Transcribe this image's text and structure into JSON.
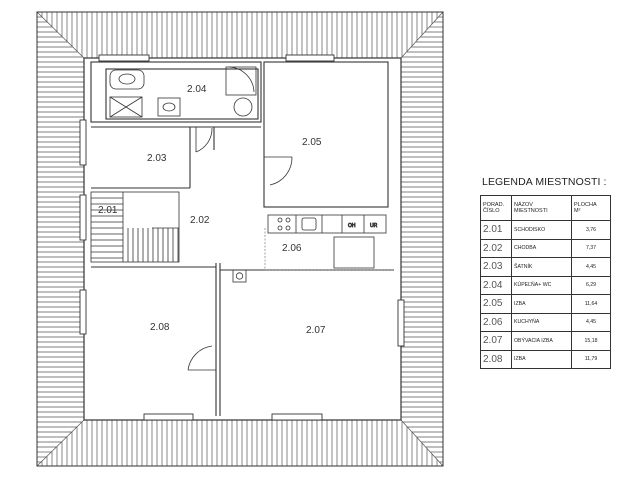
{
  "plan": {
    "rooms": [
      {
        "number": "2.01"
      },
      {
        "number": "2.02"
      },
      {
        "number": "2.03"
      },
      {
        "number": "2.04"
      },
      {
        "number": "2.05"
      },
      {
        "number": "2.06"
      },
      {
        "number": "2.07"
      },
      {
        "number": "2.08"
      }
    ],
    "fixtures": {
      "oh": "OH",
      "ur": "UR"
    }
  },
  "legend": {
    "title": "LEGENDA MIESTNOSTI :",
    "headers": {
      "number": [
        "PORAD.",
        "ČÍSLO"
      ],
      "name": [
        "NÁZOV",
        "MIESTNOSTI"
      ],
      "area": [
        "PLOCHA",
        "M²"
      ]
    },
    "rows": [
      {
        "number": "2.01",
        "name": "SCHODISKO",
        "area": "3,76"
      },
      {
        "number": "2.02",
        "name": "CHODBA",
        "area": "7,37"
      },
      {
        "number": "2.03",
        "name": "ŠATNÍK",
        "area": "4,45"
      },
      {
        "number": "2.04",
        "name": "KÚPEĽŇA+ WC",
        "area": "6,29"
      },
      {
        "number": "2.05",
        "name": "IZBA",
        "area": "11,64"
      },
      {
        "number": "2.06",
        "name": "KUCHYŇA",
        "area": "4,45"
      },
      {
        "number": "2.07",
        "name": "OBÝVACIA IZBA",
        "area": "15,18"
      },
      {
        "number": "2.08",
        "name": "IZBA",
        "area": "11,79"
      }
    ]
  }
}
